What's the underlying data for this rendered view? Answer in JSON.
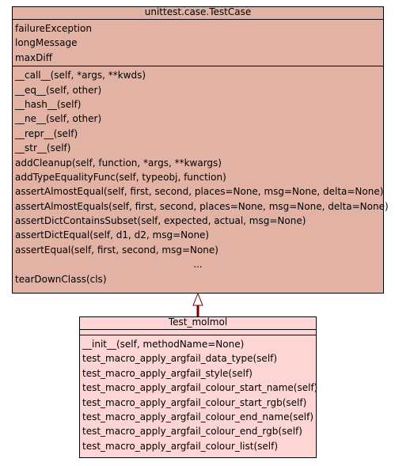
{
  "base_class": {
    "name": "unittest.case.TestCase",
    "attributes": [
      "failureException",
      "longMessage",
      "maxDiff"
    ],
    "methods": [
      "__call__(self, *args, **kwds)",
      "__eq__(self, other)",
      "__hash__(self)",
      "__ne__(self, other)",
      "__repr__(self)",
      "__str__(self)",
      "addCleanup(self, function, *args, **kwargs)",
      "addTypeEqualityFunc(self, typeobj, function)",
      "assertAlmostEqual(self, first, second, places=None, msg=None, delta=None)",
      "assertAlmostEquals(self, first, second, places=None, msg=None, delta=None)",
      "assertDictContainsSubset(self, expected, actual, msg=None)",
      "assertDictEqual(self, d1, d2, msg=None)",
      "assertEqual(self, first, second, msg=None)"
    ],
    "ellipsis": "...",
    "last_method": "tearDownClass(cls)",
    "fill_color": "#e2b3a5"
  },
  "derived_class": {
    "name": "Test_molmol",
    "attributes": [],
    "methods": [
      "__init__(self, methodName=None)",
      "test_macro_apply_argfail_data_type(self)",
      "test_macro_apply_argfail_style(self)",
      "test_macro_apply_argfail_colour_start_name(self)",
      "test_macro_apply_argfail_colour_start_rgb(self)",
      "test_macro_apply_argfail_colour_end_name(self)",
      "test_macro_apply_argfail_colour_end_rgb(self)",
      "test_macro_apply_argfail_colour_list(self)"
    ],
    "fill_color": "#fdd5d5"
  },
  "inheritance_arrow_color": "#7a0000"
}
